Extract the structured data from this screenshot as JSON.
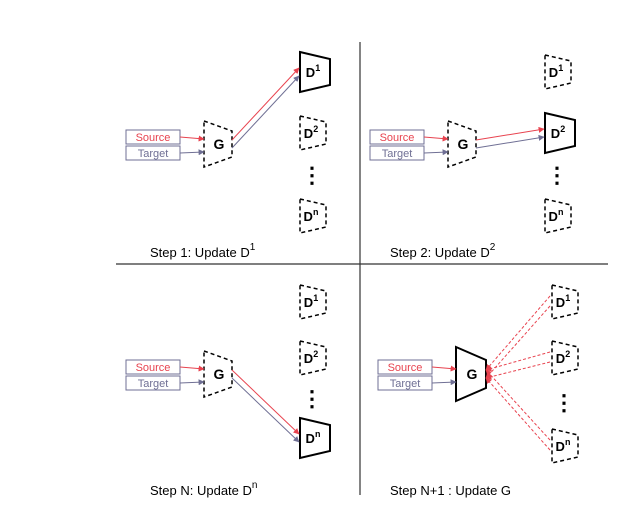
{
  "colors": {
    "source": "#e8434f",
    "target": "#6f6f94",
    "ink": "#000000",
    "divider": "#333333"
  },
  "labels": {
    "source": "Source",
    "target": "Target",
    "generator": "G",
    "discriminator": "D",
    "ellipsis": "⋮"
  },
  "panels": [
    {
      "caption": "Step 1: Update D",
      "caption_sup": "1",
      "discriminators": [
        "1",
        "2",
        "n"
      ],
      "active": "1",
      "generator_active": false
    },
    {
      "caption": "Step 2: Update D",
      "caption_sup": "2",
      "discriminators": [
        "1",
        "2",
        "n"
      ],
      "active": "2",
      "generator_active": false
    },
    {
      "caption": "Step N: Update D",
      "caption_sup": "n",
      "discriminators": [
        "1",
        "2",
        "n"
      ],
      "active": "n",
      "generator_active": false
    },
    {
      "caption": "Step N+1 : Update G",
      "caption_sup": "",
      "discriminators": [
        "1",
        "2",
        "n"
      ],
      "active": "G",
      "generator_active": true
    }
  ]
}
